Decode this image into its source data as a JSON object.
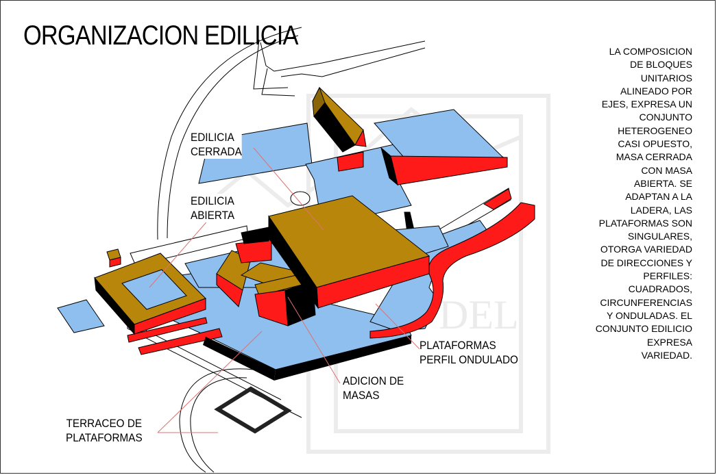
{
  "title": "ORGANIZACION EDILICIA",
  "description": [
    "LA COMPOSICION",
    "DE BLOQUES",
    "UNITARIOS",
    "ALINEADO POR",
    "EJES, EXPRESA UN",
    "CONJUNTO",
    "HETEROGENEO",
    "CASI OPUESTO,",
    "MASA CERRADA",
    "CON MASA",
    "ABIERTA. SE",
    "ADAPTAN A LA",
    "LADERA, LAS",
    "PLATAFORMAS SON",
    "SINGULARES,",
    "OTORGA VARIEDAD",
    "DE DIRECCIONES Y",
    "PERFILES:",
    "CUADRADOS,",
    "CIRCUNFERENCIAS",
    "Y ONDULADAS. EL",
    "CONJUNTO EDILICIO",
    "EXPRESA",
    "VARIEDAD."
  ],
  "labels": {
    "edilicia_cerrada": {
      "line1": "EDILICIA",
      "line2": "CERRADA"
    },
    "edilicia_abierta": {
      "line1": "EDILICIA",
      "line2": "ABIERTA"
    },
    "plataformas_perfil": {
      "line1": "PLATAFORMAS",
      "line2": "PERFIL ONDULADO"
    },
    "adicion_masas": {
      "line1": "ADICION DE",
      "line2": "MASAS"
    },
    "terraceo": {
      "line1": "TERRACEO DE",
      "line2": "PLATAFORMAS"
    }
  },
  "colors": {
    "platform_blue": "#8fbfee",
    "roof_gold": "#b8860b",
    "wall_red": "#ff1a1a",
    "shadow_black": "#000000",
    "leader_line": "#e07070",
    "outline": "#000000"
  }
}
